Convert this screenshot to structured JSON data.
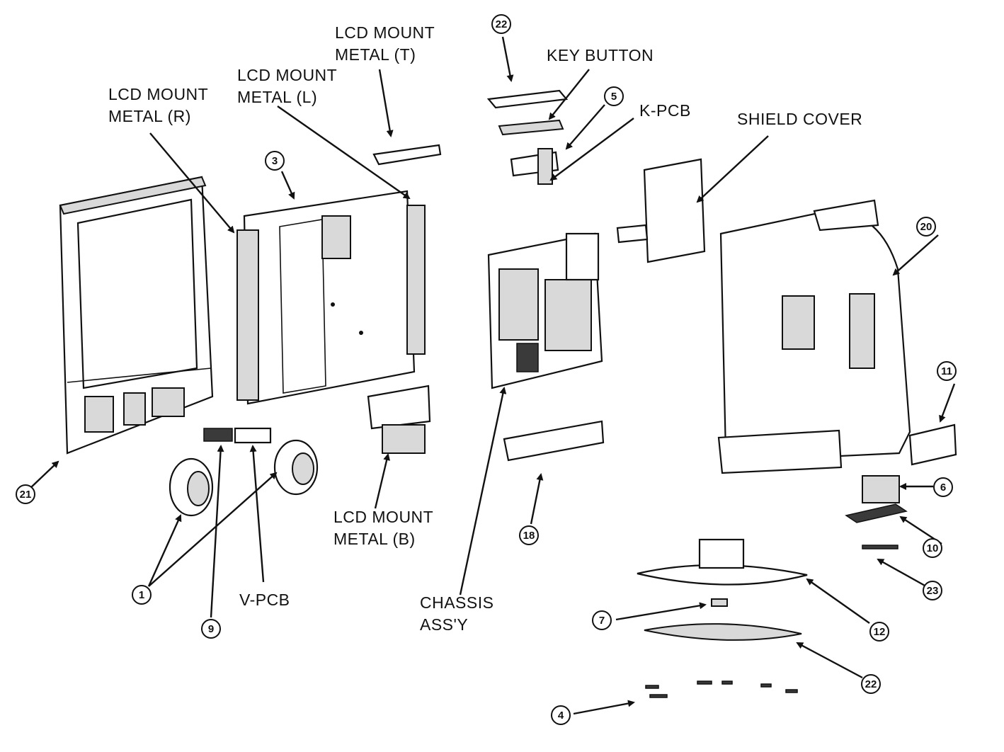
{
  "labels": {
    "lcd_mount_metal_r": [
      "LCD MOUNT",
      "METAL (R)"
    ],
    "lcd_mount_metal_l": [
      "LCD MOUNT",
      "METAL (L)"
    ],
    "lcd_mount_metal_t": [
      "LCD MOUNT",
      "METAL (T)"
    ],
    "lcd_mount_metal_b": [
      "LCD MOUNT",
      "METAL (B)"
    ],
    "key_button": "KEY BUTTON",
    "k_pcb": "K-PCB",
    "shield_cover": "SHIELD COVER",
    "v_pcb": "V-PCB",
    "chassis_assy": [
      "CHASSIS",
      "ASS'Y"
    ]
  },
  "callouts": {
    "front_cabinet": "21",
    "lcd_panel": "3",
    "key_board_top": "22",
    "k_bracket": "5",
    "back_cover": "20",
    "speakers": "1",
    "v_bracket": "9",
    "main_bracket": "18",
    "terminal_cover": "11",
    "stand_hinge": "6",
    "hinge_base": "10",
    "screws_a": "23",
    "stand_neck": "12",
    "rubber_foot": "7",
    "stand_base": "22",
    "screws_b": "4"
  }
}
